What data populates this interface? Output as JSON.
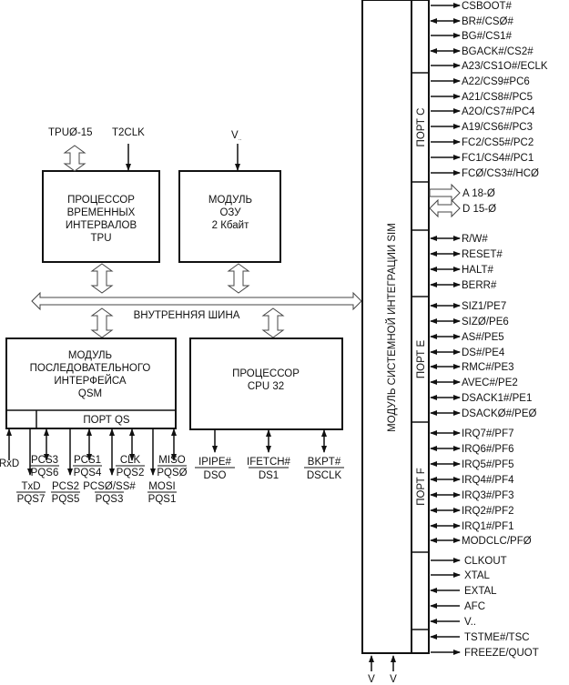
{
  "tpu": {
    "lines": [
      "ПРОЦЕССОР",
      "ВРЕМЕННЫХ",
      "ИНТЕРВАЛОВ",
      "TPU"
    ],
    "pin_io": "TPUØ-15",
    "pin_clk": "T2CLK"
  },
  "ram": {
    "lines": [
      "МОДУЛЬ",
      "ОЗУ",
      "2 Кбайт"
    ],
    "pin_v": "V",
    "pin_v_sub": ".."
  },
  "bus": {
    "label": "ВНУТРЕННЯЯ ШИНА"
  },
  "qsm": {
    "lines": [
      "МОДУЛЬ",
      "ПОСЛЕДОВАТЕЛЬНОГО",
      "ИНТЕРФЕЙСА",
      "QSM"
    ],
    "port_label": "ПОРТ QS",
    "pins": [
      {
        "top": "RxD",
        "bottom": "",
        "dir": "in"
      },
      {
        "top": "TxD",
        "bottom": "PQS7",
        "dir": "out"
      },
      {
        "top": "PCS3",
        "bottom": "PQS6",
        "dir": "bidir"
      },
      {
        "top": "PCS2",
        "bottom": "PQS5",
        "dir": "out"
      },
      {
        "top": "PCS1",
        "bottom": "PQS4",
        "dir": "bidir"
      },
      {
        "top": "PCSØ/SS#",
        "bottom": "PQS3",
        "dir": "bidir"
      },
      {
        "top": "CLK",
        "bottom": "PQS2",
        "dir": "bidir"
      },
      {
        "top": "MOSI",
        "bottom": "PQS1",
        "dir": "out"
      },
      {
        "top": "MISO",
        "bottom": "PQSØ",
        "dir": "bidir"
      }
    ]
  },
  "cpu": {
    "lines": [
      "ПРОЦЕССОР",
      "CPU  32"
    ],
    "pins": [
      {
        "top": "IPIPE#",
        "bottom": "DSO",
        "dir": "out"
      },
      {
        "top": "IFETCH#",
        "bottom": "DS1",
        "dir": "bidir"
      },
      {
        "top": "BKPT#",
        "bottom": "DSCLK",
        "dir": "bidir"
      }
    ]
  },
  "sim": {
    "label": "МОДУЛЬ СИСТЕМНОЙ ИНТЕГРАЦИИ SIM",
    "ports": [
      "ПОРТ C",
      "ПОРТ E",
      "ПОРТ F"
    ],
    "bottom_pins": [
      "V",
      "V"
    ],
    "bus_pins": [
      "A  18-Ø",
      "D  15-Ø"
    ],
    "pins": [
      {
        "label": "CSBOOT#",
        "dir": "out"
      },
      {
        "label": "BR#/CSØ#",
        "dir": "bidir"
      },
      {
        "label": "BG#/CS1#",
        "dir": "out"
      },
      {
        "label": "BGACK#/CS2#",
        "dir": "bidir"
      },
      {
        "label": "A23/CS1O#/ECLK",
        "dir": "out"
      },
      {
        "label": "A22/CS9#PC6",
        "dir": "out"
      },
      {
        "label": "A21/CS8#/PC5",
        "dir": "out"
      },
      {
        "label": "A2O/CS7#/PC4",
        "dir": "out"
      },
      {
        "label": "A19/CS6#/PC3",
        "dir": "out"
      },
      {
        "label": "FC2/CS5#/PC2",
        "dir": "out"
      },
      {
        "label": "FC1/CS4#/PC1",
        "dir": "out"
      },
      {
        "label": "FCØ/CS3#/HCØ",
        "dir": "out"
      },
      {
        "label": "R/W#",
        "dir": "bidir"
      },
      {
        "label": "RESET#",
        "dir": "bidir"
      },
      {
        "label": "HALT#",
        "dir": "bidir"
      },
      {
        "label": "BERR#",
        "dir": "bidir"
      },
      {
        "label": "SIZ1/PE7",
        "dir": "bidir"
      },
      {
        "label": "SIZØ/PE6",
        "dir": "bidir"
      },
      {
        "label": "AS#/PE5",
        "dir": "bidir"
      },
      {
        "label": "DS#/PE4",
        "dir": "bidir"
      },
      {
        "label": "RMC#/PE3",
        "dir": "bidir"
      },
      {
        "label": "AVEC#/PE2",
        "dir": "bidir"
      },
      {
        "label": "DSACK1#/PE1",
        "dir": "bidir"
      },
      {
        "label": "DSACKØ#/PEØ",
        "dir": "bidir"
      },
      {
        "label": "IRQ7#/PF7",
        "dir": "bidir"
      },
      {
        "label": "IRQ6#/PF6",
        "dir": "bidir"
      },
      {
        "label": "IRQ5#/PF5",
        "dir": "bidir"
      },
      {
        "label": "IRQ4#/PF4",
        "dir": "bidir"
      },
      {
        "label": "IRQ3#/PF3",
        "dir": "bidir"
      },
      {
        "label": "IRQ2#/PF2",
        "dir": "bidir"
      },
      {
        "label": "IRQ1#/PF1",
        "dir": "bidir"
      },
      {
        "label": "MODCLC/PFØ",
        "dir": "bidir"
      },
      {
        "label": "CLKOUT",
        "dir": "out"
      },
      {
        "label": "XTAL",
        "dir": "out"
      },
      {
        "label": "EXTAL",
        "dir": "in"
      },
      {
        "label": "AFC",
        "dir": "in"
      },
      {
        "label": "V..",
        "dir": "in"
      },
      {
        "label": "TSTME#/TSC",
        "dir": "in"
      },
      {
        "label": "FREEZE/QUOT",
        "dir": "out"
      }
    ]
  }
}
